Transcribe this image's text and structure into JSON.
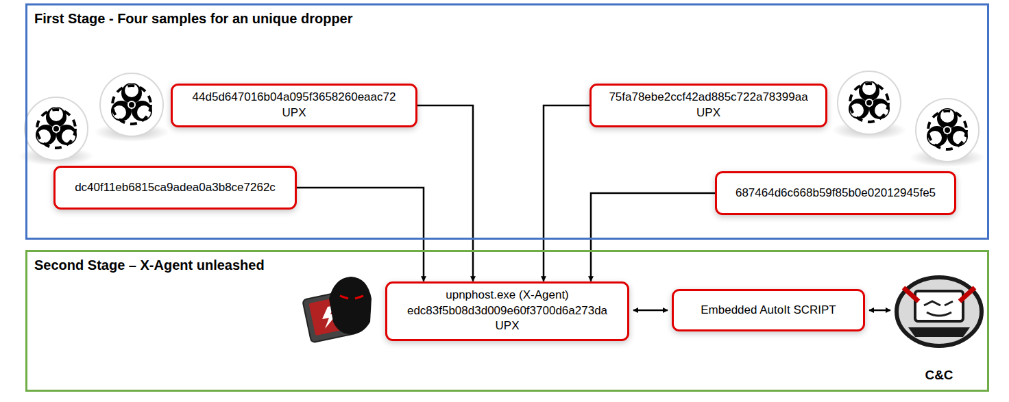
{
  "diagram": {
    "nodes": [
      {
        "text": [
          "First Stage - Four samples for an unique dropper"
        ]
      },
      {
        "text": [
          "44d5d647016b04a095f3658260eaac72 UPX"
        ],
        "in": 0
      },
      {
        "text": [
          "75fa78ebe2ccf42ad885c722a78399aa UPX"
        ],
        "in": 0
      },
      {
        "text": [
          "dc40f11eb6815ca9adea0a3b8ce7262c"
        ],
        "in": 0
      },
      {
        "text": [
          "687464d6c668b59f85b0e02012945fe5"
        ],
        "in": 0
      },
      {
        "text": [
          "Second Stage – X-Agent unleashed"
        ]
      },
      {
        "text": [
          "upnphost.exe (X-Agent) edc83f5b08d3d009e60f3700d6a273da UPX"
        ],
        "in": 5
      },
      {
        "text": [
          "Embedded AutoIt SCRIPT"
        ],
        "in": 5
      },
      {
        "text": [
          "C&C"
        ],
        "in": 5
      }
    ],
    "edges": [
      {
        "from": 3,
        "to": 6,
        "arrow": "to"
      },
      {
        "from": 1,
        "to": 6,
        "arrow": "to"
      },
      {
        "from": 2,
        "to": 6,
        "arrow": "to"
      },
      {
        "from": 4,
        "to": 6,
        "arrow": "to"
      },
      {
        "from": 6,
        "to": 7,
        "arrow": "both"
      },
      {
        "from": 7,
        "to": 8,
        "arrow": "both"
      }
    ]
  }
}
